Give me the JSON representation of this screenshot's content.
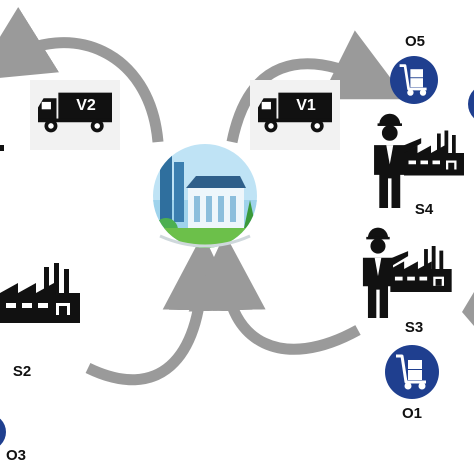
{
  "labels": {
    "v1": "V1",
    "v2": "V2",
    "o5": "O5",
    "o1": "O1",
    "o3": "O3",
    "s4": "S4",
    "s3": "S3",
    "s2": "S2"
  },
  "colors": {
    "arrow": "#9a9a9a",
    "ink": "#111111",
    "badge": "#1f3f8f",
    "tile": "#f2f2f2",
    "sky": "#bfe3f5",
    "grass": "#6cc04a"
  },
  "icons": [
    "delivery-truck-icon",
    "factory-icon",
    "worker-pointing-icon",
    "hand-truck-icon",
    "eco-plant-icon"
  ]
}
